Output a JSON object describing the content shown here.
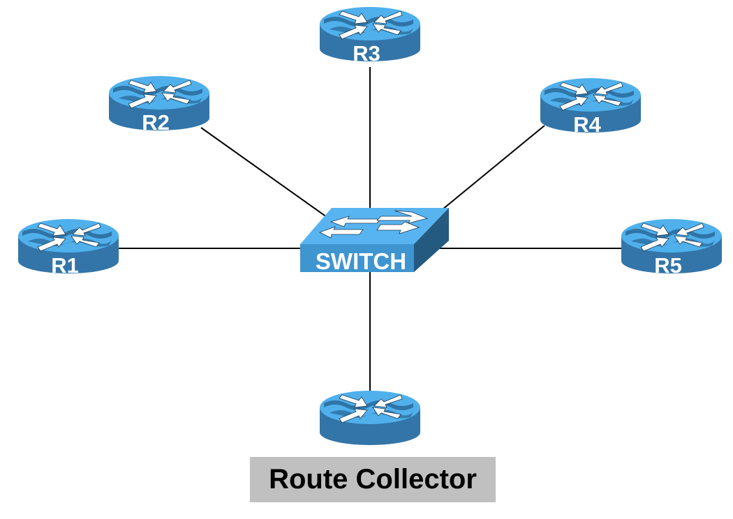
{
  "diagram": {
    "title": "Route Collector topology",
    "hub": {
      "id": "switch",
      "label": "SWITCH",
      "type": "switch"
    },
    "routers": [
      {
        "id": "r1",
        "label": "R1",
        "type": "router"
      },
      {
        "id": "r2",
        "label": "R2",
        "type": "router"
      },
      {
        "id": "r3",
        "label": "R3",
        "type": "router"
      },
      {
        "id": "r4",
        "label": "R4",
        "type": "router"
      },
      {
        "id": "r5",
        "label": "R5",
        "type": "router"
      },
      {
        "id": "rc",
        "label": "",
        "type": "router"
      }
    ],
    "links": [
      {
        "from": "r1",
        "to": "switch"
      },
      {
        "from": "r2",
        "to": "switch"
      },
      {
        "from": "r3",
        "to": "switch"
      },
      {
        "from": "r4",
        "to": "switch"
      },
      {
        "from": "r5",
        "to": "switch"
      },
      {
        "from": "rc",
        "to": "switch"
      }
    ],
    "caption": "Route Collector",
    "colors": {
      "router_top": "#4fb0ec",
      "router_wave": "#2a6a9a",
      "router_side": "#3375a8",
      "switch_top": "#58b4f0",
      "switch_front": "#3f95d0",
      "switch_side": "#245a80",
      "link": "#000000",
      "caption_bg": "#c0c0c0"
    }
  }
}
